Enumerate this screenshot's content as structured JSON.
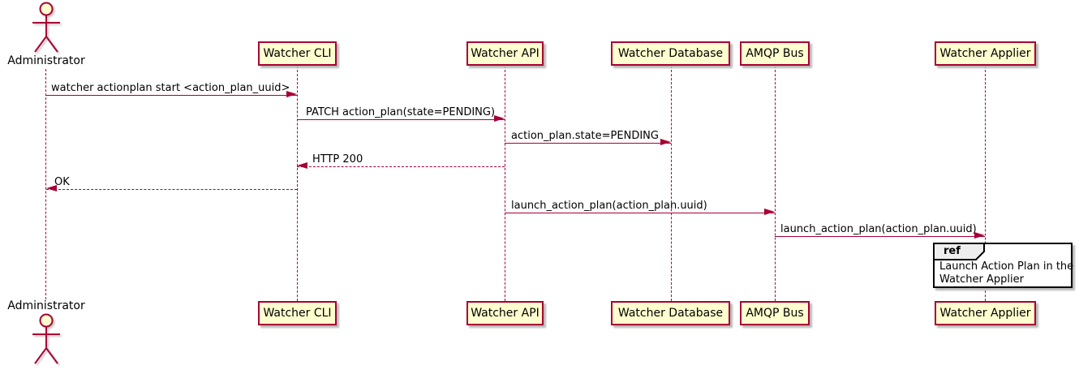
{
  "actor": {
    "label": "Administrator"
  },
  "participants": [
    {
      "label": "Watcher CLI"
    },
    {
      "label": "Watcher API"
    },
    {
      "label": "Watcher Database"
    },
    {
      "label": "AMQP Bus"
    },
    {
      "label": "Watcher Applier"
    }
  ],
  "messages": [
    {
      "from": "Administrator",
      "to": "Watcher CLI",
      "label": "watcher actionplan start <action_plan_uuid>",
      "line": "solid",
      "direction": "right"
    },
    {
      "from": "Watcher CLI",
      "to": "Watcher API",
      "label": "PATCH action_plan(state=PENDING)",
      "line": "solid",
      "direction": "right"
    },
    {
      "from": "Watcher API",
      "to": "Watcher Database",
      "label": "action_plan.state=PENDING",
      "line": "solid",
      "direction": "right"
    },
    {
      "from": "Watcher API",
      "to": "Watcher CLI",
      "label": "HTTP 200",
      "line": "dashed",
      "direction": "left"
    },
    {
      "from": "Watcher CLI",
      "to": "Administrator",
      "label": "OK",
      "line": "dashed",
      "direction": "left"
    },
    {
      "from": "Watcher API",
      "to": "AMQP Bus",
      "label": "launch_action_plan(action_plan.uuid)",
      "line": "solid",
      "direction": "right"
    },
    {
      "from": "AMQP Bus",
      "to": "Watcher Applier",
      "label": "launch_action_plan(action_plan.uuid)",
      "line": "solid",
      "direction": "right"
    }
  ],
  "ref": {
    "keyword": "ref",
    "lines": [
      "Launch Action Plan in the",
      "Watcher Applier"
    ]
  },
  "colors": {
    "participant_fill": "#FEFECE",
    "stroke": "#A80036",
    "ref_header_fill": "#EEEEEE",
    "ref_border": "#000000",
    "text": "#000000"
  }
}
